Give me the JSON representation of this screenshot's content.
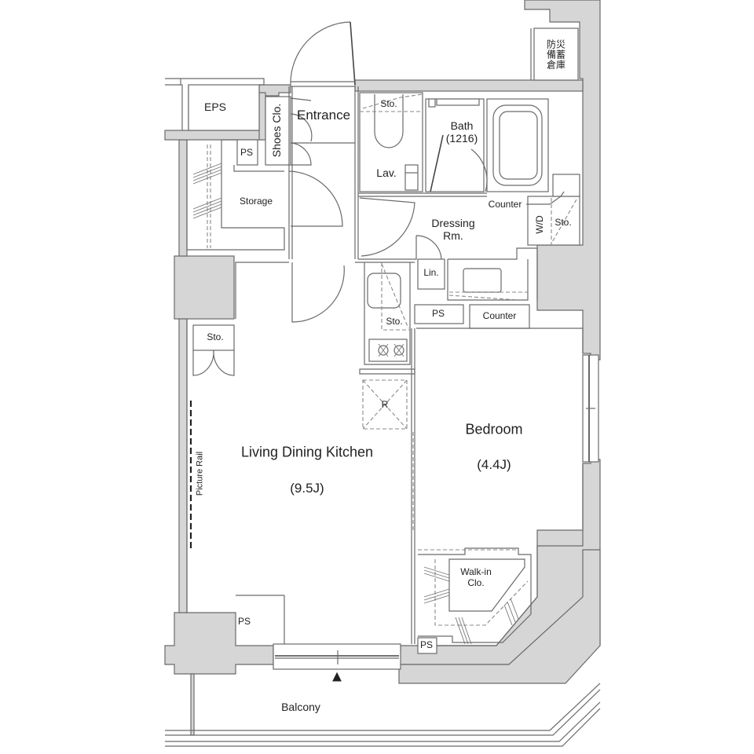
{
  "plan": {
    "type": "apartment floor plan",
    "unit_layout": "1LDK",
    "colors": {
      "structural_wall": "#d6d6d6",
      "line": "#6a6a6a",
      "text": "#222222",
      "background": "#ffffff"
    }
  },
  "rooms": {
    "entrance": "Entrance",
    "shoes_closet": "Shoes Clo.",
    "eps": "EPS",
    "ps_top": "PS",
    "storage": "Storage",
    "toilet_storage": "Sto.",
    "lavatory": "Lav.",
    "bath": "Bath",
    "bath_size": "(1216)",
    "counter_dressing": "Counter",
    "wd": "W/D",
    "wd_storage": "Sto.",
    "dressing": "Dressing",
    "dressing_2": "Rm.",
    "linen": "Lin.",
    "ps_mid": "PS",
    "counter_bedroom": "Counter",
    "kitchen_storage": "Sto.",
    "refrigerator": "R",
    "ldk_storage": "Sto.",
    "ldk": "Living Dining Kitchen",
    "ldk_size": "(9.5J)",
    "picture_rail": "Picture Rail",
    "bedroom": "Bedroom",
    "bedroom_size": "(4.4J)",
    "walk_in": "Walk-in",
    "walk_in_2": "Clo.",
    "ps_bottom_left": "PS",
    "ps_bottom_right": "PS",
    "balcony": "Balcony",
    "disaster_storage_line1": "防災",
    "disaster_storage_line2": "備蓄",
    "disaster_storage_line3": "倉庫"
  },
  "markers": {
    "entry_arrow": "▲"
  }
}
